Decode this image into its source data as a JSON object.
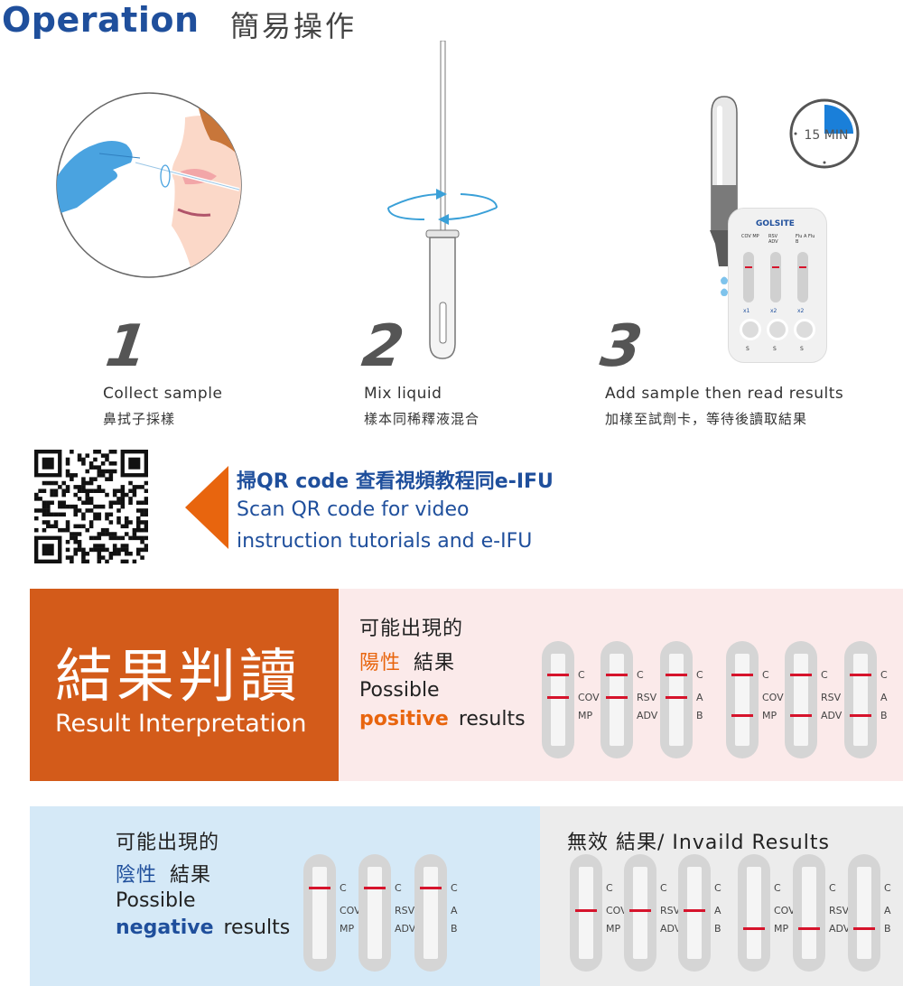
{
  "header": {
    "title_en": "Operation",
    "title_zh": "簡易操作"
  },
  "steps": [
    {
      "number": "1",
      "en": "Collect sample",
      "zh": "鼻拭子採樣"
    },
    {
      "number": "2",
      "en": "Mix liquid",
      "zh": "樣本同稀釋液混合"
    },
    {
      "number": "3",
      "en": "Add sample then read results",
      "zh": "加樣至試劑卡，等待後讀取結果"
    }
  ],
  "timer": {
    "label": "15 MIN"
  },
  "card": {
    "brand": "GOLSITE",
    "col_labels": [
      "COV MP",
      "RSV ADV",
      "Flu A Flu B"
    ],
    "drops": [
      "x1",
      "x2",
      "x2"
    ],
    "s": [
      "S",
      "S",
      "S"
    ]
  },
  "qr": {
    "title_zh": "掃QR code 查看視頻教程同e-IFU",
    "desc_en_1": "Scan QR code for video",
    "desc_en_2": "instruction tutorials and e-IFU"
  },
  "result_box": {
    "zh": "結果判讀",
    "en": "Result Interpretation"
  },
  "positive": {
    "possible_zh": "可能出現的",
    "kind_zh": "陽性",
    "result_zh": "結果",
    "possible_en": "Possible",
    "kind_en": "positive",
    "results_en": "results"
  },
  "negative": {
    "possible_zh": "可能出現的",
    "kind_zh": "陰性",
    "result_zh": "結果",
    "possible_en": "Possible",
    "kind_en": "negative",
    "results_en": "results"
  },
  "invalid": {
    "title": "無效 結果/ Invaild Results"
  },
  "strip_labels": {
    "c": "C",
    "set1": [
      "COV",
      "MP"
    ],
    "set2": [
      "RSV",
      "ADV"
    ],
    "set3": [
      "A",
      "B"
    ]
  },
  "colors": {
    "brand_blue": "#1f4f9c",
    "orange": "#d35b1a",
    "red_line": "#d6142c",
    "pos_bg": "#fbeaea",
    "neg_bg": "#d5e9f7",
    "inv_bg": "#ececec"
  }
}
